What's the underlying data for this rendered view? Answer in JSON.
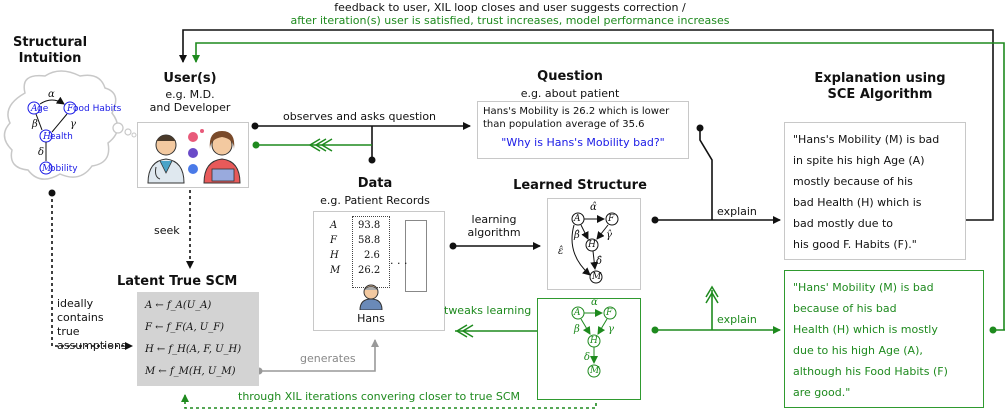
{
  "top": {
    "feedback_line1": "feedback to user, XIL loop closes and user suggests correction /",
    "feedback_line2": "after iteration(s) user is satisfied, trust increases, model performance increases"
  },
  "structural_intuition": {
    "title_line1": "Structural",
    "title_line2": "Intuition",
    "nodes": [
      "A",
      "F",
      "H",
      "M"
    ],
    "node_labels": [
      "ge",
      "ood Habits",
      "ealth",
      "obility"
    ],
    "edge_labels": [
      "α",
      "β",
      "γ",
      "δ"
    ]
  },
  "user": {
    "title": "User(s)",
    "sub1": "e.g. M.D.",
    "sub2": "and Developer",
    "arrow_label": "observes and asks question",
    "seek_label": "seek"
  },
  "question": {
    "title": "Question",
    "sub": "e.g. about patient",
    "text_line1": "Hans's Mobility is 26.2 which is lower",
    "text_line2": "than population average of 35.6",
    "query": "\"Why is Hans's Mobility bad?\""
  },
  "data": {
    "title": "Data",
    "sub": "e.g. Patient Records",
    "rows": [
      {
        "var": "A",
        "val": "93.8"
      },
      {
        "var": "F",
        "val": "58.8"
      },
      {
        "var": "H",
        "val": "2.6"
      },
      {
        "var": "M",
        "val": "26.2"
      }
    ],
    "ellipsis": ". . .",
    "patient_name": "Hans"
  },
  "learning": {
    "label_line1": "learning",
    "label_line2": "algorithm",
    "tweaks_label": "tweaks learning",
    "generates_label": "generates"
  },
  "learned_structure": {
    "title": "Learned Structure",
    "nodes": [
      "A",
      "F",
      "H",
      "M"
    ],
    "edge_labels": [
      "α̂",
      "β̂",
      "γ̂",
      "δ̂",
      "ε̂"
    ],
    "green_edge_labels": [
      "α",
      "β",
      "γ",
      "δ"
    ]
  },
  "explanation": {
    "title_line1": "Explanation using",
    "title_line2": "SCE Algorithm",
    "explain_label": "explain",
    "box1_lines": [
      "\"Hans's Mobility (M) is bad",
      "in spite his high Age (A)",
      "mostly because of his",
      "bad Health (H) which is",
      "bad mostly due to",
      "his good F. Habits (F).\""
    ],
    "box2_lines": [
      "\"Hans' Mobility (M) is bad",
      "because of his bad",
      "Health (H) which is mostly",
      "due to his high Age (A),",
      "although his Food Habits (F)",
      "are good.\""
    ]
  },
  "scm": {
    "title": "Latent True SCM",
    "ideal_lines": [
      "ideally",
      "contains",
      "true",
      "assumptions"
    ],
    "equations": [
      "A ← f_A(U_A)",
      "F ← f_F(A, U_F)",
      "H ← f_H(A, F, U_H)",
      "M ← f_M(H, U_M)"
    ],
    "bottom_label": "through XIL iterations convering closer to true SCM"
  },
  "colors": {
    "green": "#1e8a1e",
    "gray": "#888888",
    "blue": "#1a1ae6",
    "scm_fill": "#d3d3d3"
  }
}
